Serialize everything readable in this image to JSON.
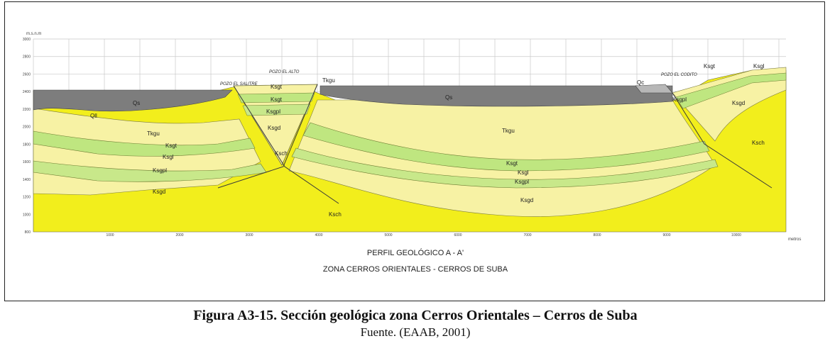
{
  "axes": {
    "y_unit": "m.s.n.m",
    "x_unit": "metros",
    "y_ticks": [
      "3000",
      "2800",
      "2600",
      "2400",
      "2200",
      "2000",
      "1800",
      "1600",
      "1400",
      "1200",
      "1000",
      "800"
    ],
    "x_ticks": [
      "1000",
      "2000",
      "3000",
      "4000",
      "5000",
      "6000",
      "7000",
      "8000",
      "9000",
      "10000"
    ]
  },
  "wells": [
    "POZO EL SALITRE",
    "POZO EL ALTO",
    "POZO EL CODITO"
  ],
  "unit_labels": [
    {
      "text": "Qs"
    },
    {
      "text": "Qll"
    },
    {
      "text": "Tkgu"
    },
    {
      "text": "Ksgt"
    },
    {
      "text": "Ksgl"
    },
    {
      "text": "Ksgpl"
    },
    {
      "text": "Ksgd"
    },
    {
      "text": "Ksgt"
    },
    {
      "text": "Ksgt"
    },
    {
      "text": "Ksgpl"
    },
    {
      "text": "Ksgd"
    },
    {
      "text": "Ksch"
    },
    {
      "text": "Tkgu"
    },
    {
      "text": "Qs"
    },
    {
      "text": "Tkgu"
    },
    {
      "text": "Ksgt"
    },
    {
      "text": "Ksgl"
    },
    {
      "text": "Ksgpl"
    },
    {
      "text": "Ksgd"
    },
    {
      "text": "Ksch"
    },
    {
      "text": "Qc"
    },
    {
      "text": "Ksgt"
    },
    {
      "text": "Ksgl"
    },
    {
      "text": "Ksgpl"
    },
    {
      "text": "Ksgd"
    },
    {
      "text": "Ksch"
    }
  ],
  "profile_title": "PERFIL GEOLÓGICO A - A'",
  "profile_subtitle": "ZONA CERROS ORIENTALES - CERROS DE SUBA",
  "caption": "Figura A3-15. Sección geológica zona Cerros Orientales – Cerros de Suba",
  "source": "Fuente.  (EAAB, 2001)",
  "colors": {
    "quaternary": "#7d7d7d",
    "tkgu": "#f7f2a4",
    "ksgt": "#bfe680",
    "ksgl": "#e6ee9c",
    "ksgpl": "#c8e88a",
    "ksgd": "#f6efa0",
    "ksch": "#f2ee1c"
  }
}
